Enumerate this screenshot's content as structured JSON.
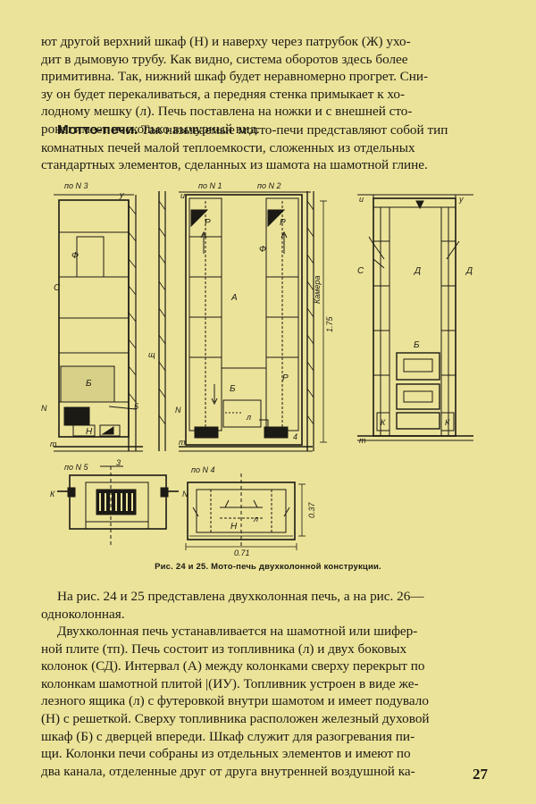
{
  "paragraph1": {
    "lines": [
      "ют другой верхний шкаф (Н) и наверху через патрубок (Ж) ухо-",
      "дит в дымовую трубу. Как видно, система оборотов здесь более",
      "примитивна. Так, нижний шкаф будет неравномерно прогрет. Сни-",
      "зу он будет перекаливаться, а передняя стенка примыкает к хо-",
      "лодному мешку (л). Печь поставлена на ножки и с внешней сто-",
      "роны имеет несколько вычурный вид."
    ]
  },
  "paragraph2": {
    "heading": "Мотто-печи.",
    "first_line_rest": " Так называемые мотто-печи представляют собой тип",
    "lines": [
      "комнатных печей малой теплоемкости, сложенных из отдельных",
      "стандартных элементов, сделанных из шамота на шамотной глине."
    ]
  },
  "figure": {
    "caption": "Рис. 24 и 25. Мото-печь двухколонной конструкции.",
    "labels": {
      "sec3": "по N 3",
      "sec1": "по N 1",
      "sec2": "по N 2",
      "sec5": "по N 5",
      "sec4": "по N 4",
      "u": "у",
      "u2": "у",
      "i": "и",
      "i2": "и",
      "f1": "Ф",
      "f2": "Ф",
      "s": "С",
      "s2": "С",
      "b1": "Б",
      "b2": "Б",
      "b3": "Б",
      "r1": "Р",
      "r2": "Р",
      "r3": "Р",
      "a1": "А",
      "a2": "Д",
      "a3": "Д",
      "n1": "Н",
      "n2": "Н",
      "n3": "Н",
      "l1": "л",
      "l2": "л",
      "t1": "т",
      "t2": "т",
      "t3": "т",
      "k1": "К",
      "k2": "К",
      "k3": "К",
      "sch": "щ",
      "kamera": "Камера",
      "dim175": "1.75",
      "dim037": "0.37",
      "dim071": "0.71",
      "num4": "4",
      "num5": "5",
      "num3": "3",
      "n_left": "N",
      "n_left2": "N",
      "n_left3": "N"
    }
  },
  "paragraph3": {
    "lines": [
      "На рис. 24 и 25 представлена двухколонная печь, а на рис. 26—",
      "одноколонная."
    ]
  },
  "paragraph4": {
    "lines": [
      "Двухколонная печь устанавливается  на шамотной или шифер-",
      "ной плите (тп). Печь состоит из топливника (л) и двух  боковых",
      "колонок (СД). Интервал (А) между колонками сверху перекрыт по",
      "колонкам шамотной плитой |(ИУ). Топливник устроен в виде же-",
      "лезного ящика (л) с футеровкой внутри шамотом и имеет подувало",
      "(Н) с решеткой. Сверху топливника расположен железный духовой",
      "шкаф (Б) с дверцей впереди. Шкаф служит для  разогревания пи-",
      "щи. Колонки печи собраны из отдельных элементов и имеют по",
      "два канала, отделенные друг от друга внутренней воздушной ка-"
    ]
  },
  "page_number": "27"
}
